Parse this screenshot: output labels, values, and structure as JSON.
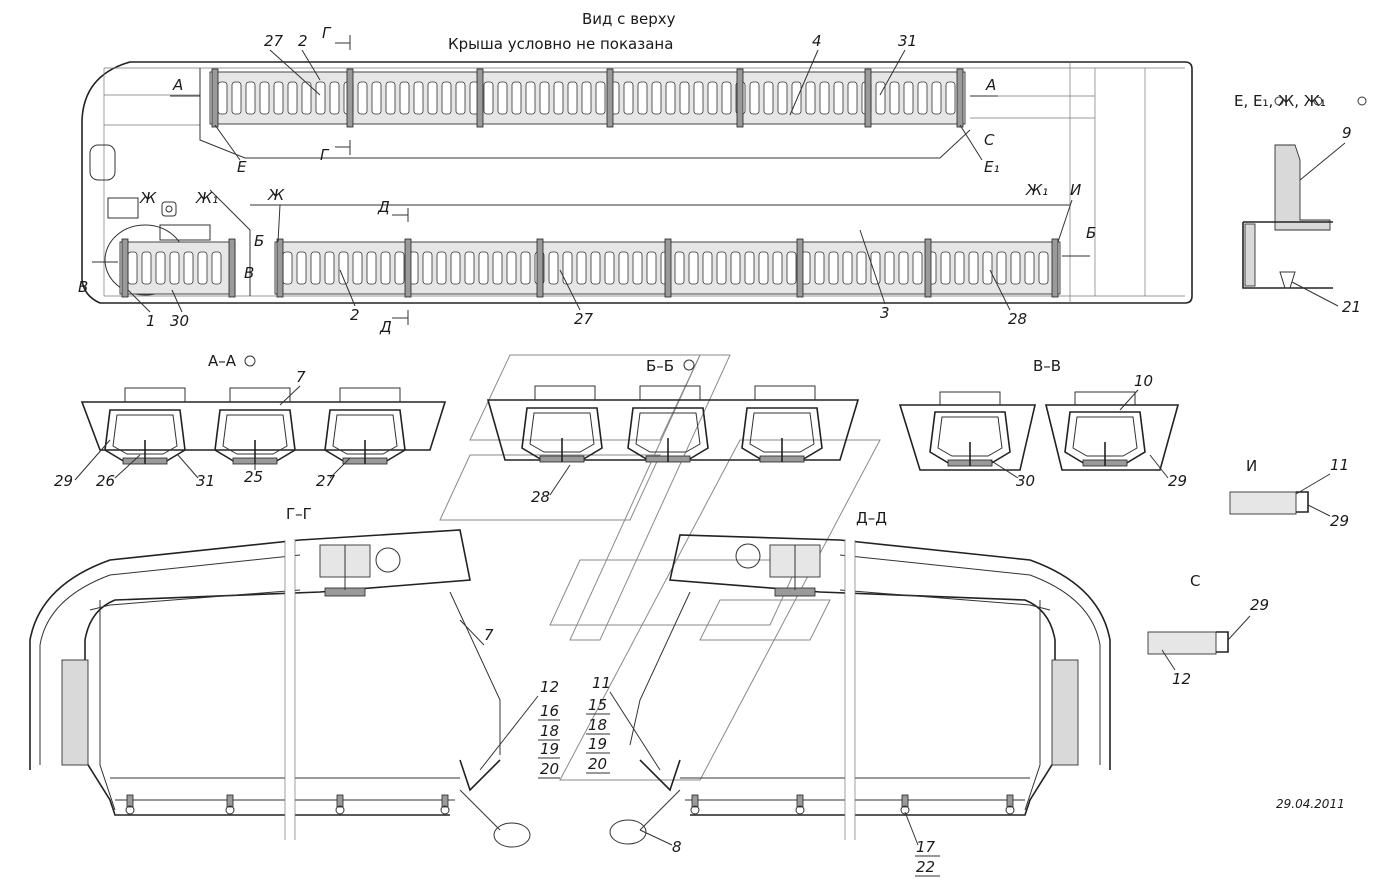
{
  "titles": {
    "top_view": "Вид с верху",
    "roof_note": "Крыша условно не показана",
    "date": "29.04.2011"
  },
  "sections": {
    "aa": "А–А",
    "bb": "Б–Б",
    "vv": "В–В",
    "gg": "Г–Г",
    "dd": "Д–Д",
    "i": "И",
    "s": "С",
    "detail_e": "Е, Е₁, Ж, Ж₁"
  },
  "top_labels": {
    "n27a": "27",
    "n2a": "2",
    "cutG1": "Г",
    "n4": "4",
    "n31": "31",
    "cutA_l": "А",
    "cutA_r": "А",
    "E": "Е",
    "cutG2": "Г",
    "C": "С",
    "E1": "Е₁",
    "Zh": "Ж",
    "Zh1": "Ж₁",
    "Zh_b": "Ж",
    "cutD1": "Д",
    "Zh1_b": "Ж₁",
    "I": "И",
    "cutB_l": "Б",
    "cutV": "В",
    "cutV2": "В",
    "cutB_r": "Б",
    "n1": "1",
    "n30": "30",
    "n2b": "2",
    "cutD2": "Д",
    "n27b": "27",
    "n3": "3",
    "n28": "28"
  },
  "detail_labels": {
    "n9": "9",
    "n21": "21"
  },
  "aa_labels": {
    "n7": "7",
    "n29": "29",
    "n26": "26",
    "n31": "31",
    "n25": "25",
    "n27": "27"
  },
  "bb_labels": {
    "n28": "28"
  },
  "vv_labels": {
    "n10": "10",
    "n30": "30",
    "n29": "29"
  },
  "i_labels": {
    "n11": "11",
    "n29": "29"
  },
  "s_labels": {
    "n29": "29",
    "n12": "12"
  },
  "gg_labels": {
    "n7": "7",
    "n12": "12",
    "n16": "16",
    "n18": "18",
    "n19": "19",
    "n20": "20"
  },
  "dd_labels": {
    "n11": "11",
    "n15": "15",
    "n18": "18",
    "n19": "19",
    "n20": "20",
    "n8": "8",
    "n17": "17",
    "n22": "22"
  }
}
